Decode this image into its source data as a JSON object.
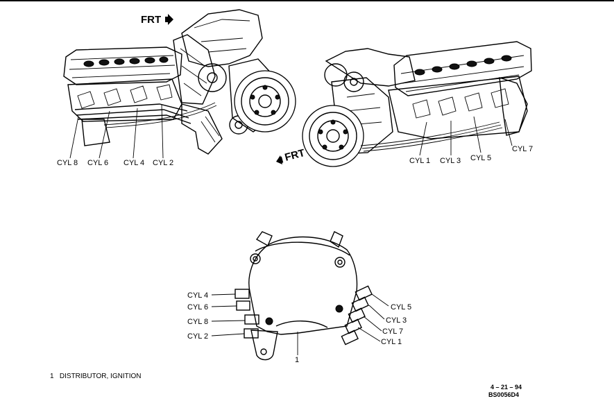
{
  "left_engine": {
    "front_label": "FRT",
    "cylinders": [
      "CYL 8",
      "CYL 6",
      "CYL 4",
      "CYL 2"
    ]
  },
  "right_engine": {
    "front_label": "FRT",
    "cylinders": [
      "CYL 1",
      "CYL 3",
      "CYL 5",
      "CYL 7"
    ]
  },
  "distributor": {
    "left_terminals": [
      "CYL 4",
      "CYL 6",
      "CYL 8",
      "CYL 2"
    ],
    "right_terminals": [
      "CYL 5",
      "CYL 3",
      "CYL 7",
      "CYL 1"
    ],
    "callout_number": "1"
  },
  "legend": {
    "items": [
      {
        "number": "1",
        "text": "DISTRIBUTOR, IGNITION"
      }
    ]
  },
  "footer": {
    "date": "4 – 21 – 94",
    "figure_id": "BS0056D4"
  }
}
